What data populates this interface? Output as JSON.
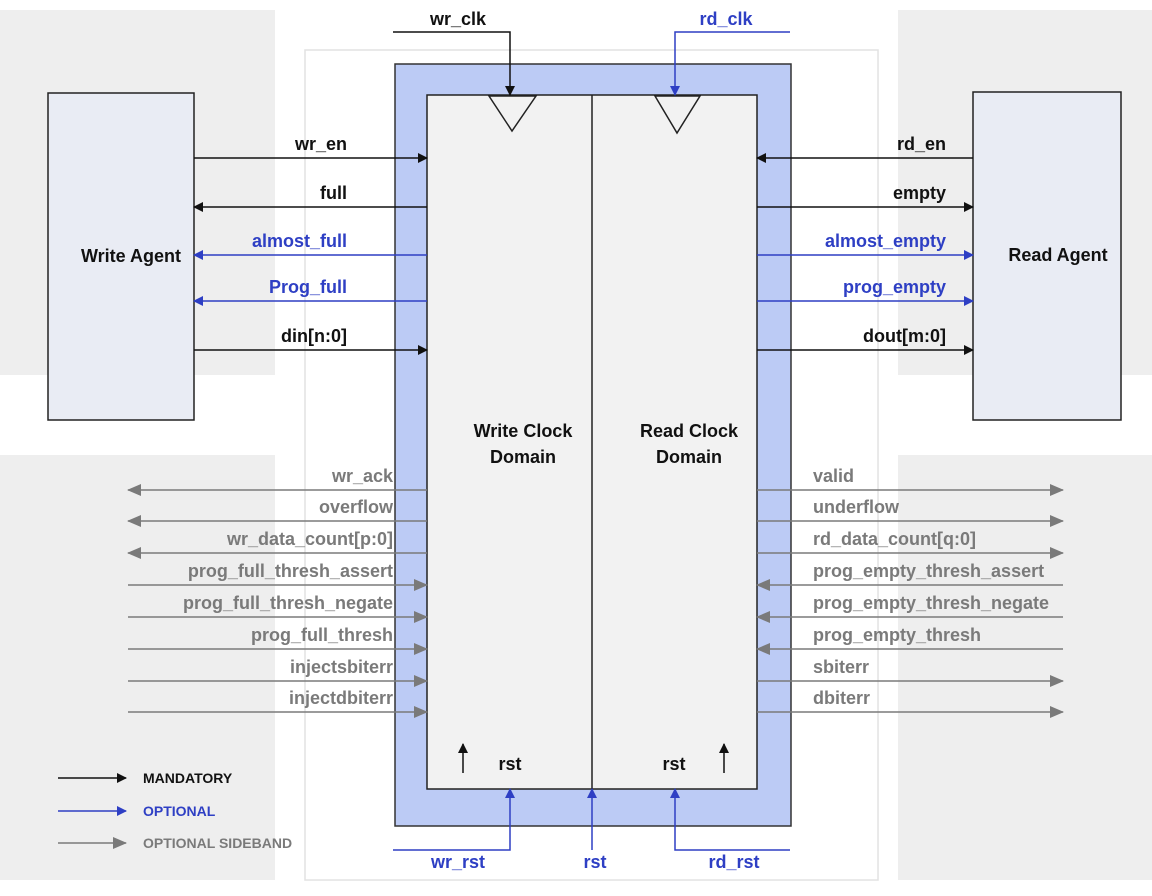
{
  "colors": {
    "mandatory": "#111111",
    "optional": "#2e3fc4",
    "sideband": "#7a7a7a",
    "fifo_border": "#bccbf5",
    "agent_fill": "#e9ecf4",
    "panel": "#eeeeee"
  },
  "agents": {
    "write": "Write Agent",
    "read": "Read Agent"
  },
  "clocks": {
    "write": "wr_clk",
    "read": "rd_clk"
  },
  "domains": {
    "write": {
      "line1": "Write Clock",
      "line2": "Domain"
    },
    "read": {
      "line1": "Read Clock",
      "line2": "Domain"
    }
  },
  "resets": {
    "inner_left": "rst",
    "inner_right": "rst",
    "wr_rst": "wr_rst",
    "rst": "rst",
    "rd_rst": "rd_rst"
  },
  "signals": {
    "write_side": [
      {
        "label": "wr_en",
        "kind": "mandatory",
        "direction": "in"
      },
      {
        "label": "full",
        "kind": "mandatory",
        "direction": "out"
      },
      {
        "label": "almost_full",
        "kind": "optional",
        "direction": "out"
      },
      {
        "label": "Prog_full",
        "kind": "optional",
        "direction": "out"
      },
      {
        "label": "din[n:0]",
        "kind": "mandatory",
        "direction": "in"
      }
    ],
    "read_side": [
      {
        "label": "rd_en",
        "kind": "mandatory",
        "direction": "in"
      },
      {
        "label": "empty",
        "kind": "mandatory",
        "direction": "out"
      },
      {
        "label": "almost_empty",
        "kind": "optional",
        "direction": "out"
      },
      {
        "label": "prog_empty",
        "kind": "optional",
        "direction": "out"
      },
      {
        "label": "dout[m:0]",
        "kind": "mandatory",
        "direction": "out"
      }
    ],
    "write_sideband": [
      {
        "label": "wr_ack",
        "direction": "out"
      },
      {
        "label": "overflow",
        "direction": "out"
      },
      {
        "label": "wr_data_count[p:0]",
        "direction": "out"
      },
      {
        "label": "prog_full_thresh_assert",
        "direction": "in"
      },
      {
        "label": "prog_full_thresh_negate",
        "direction": "in"
      },
      {
        "label": "prog_full_thresh",
        "direction": "in"
      },
      {
        "label": "injectsbiterr",
        "direction": "in"
      },
      {
        "label": "injectdbiterr",
        "direction": "in"
      }
    ],
    "read_sideband": [
      {
        "label": "valid",
        "direction": "out"
      },
      {
        "label": "underflow",
        "direction": "out"
      },
      {
        "label": "rd_data_count[q:0]",
        "direction": "out"
      },
      {
        "label": "prog_empty_thresh_assert",
        "direction": "in"
      },
      {
        "label": "prog_empty_thresh_negate",
        "direction": "in"
      },
      {
        "label": "prog_empty_thresh",
        "direction": "in"
      },
      {
        "label": "sbiterr",
        "direction": "out"
      },
      {
        "label": "dbiterr",
        "direction": "out"
      }
    ]
  },
  "legend": [
    {
      "label": "MANDATORY",
      "kind": "mandatory"
    },
    {
      "label": "OPTIONAL",
      "kind": "optional"
    },
    {
      "label": "OPTIONAL SIDEBAND",
      "kind": "sideband"
    }
  ]
}
